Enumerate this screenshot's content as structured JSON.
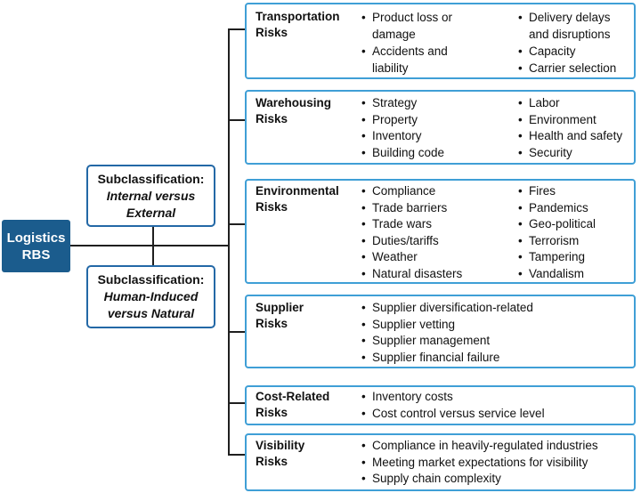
{
  "colors": {
    "root_fill": "#1B5C8D",
    "subclass_border": "#2368A6",
    "risk_border": "#3F9FD6",
    "line": "#1F1F1F"
  },
  "root": {
    "label": "Logistics RBS"
  },
  "subclassifications": [
    {
      "heading": "Subclassification:",
      "line1": "Internal versus",
      "line2": "External"
    },
    {
      "heading": "Subclassification:",
      "line1": "Human-Induced",
      "line2": "versus Natural"
    }
  ],
  "risk_boxes": [
    {
      "title_lines": [
        "Transportation",
        "Risks"
      ],
      "col1": [
        "Product loss or damage",
        "Accidents and liability"
      ],
      "col2": [
        "Delivery delays and disruptions",
        "Capacity",
        "Carrier selection"
      ]
    },
    {
      "title_lines": [
        "Warehousing",
        "Risks"
      ],
      "col1": [
        "Strategy",
        "Property",
        "Inventory",
        "Building code"
      ],
      "col2": [
        "Labor",
        "Environment",
        "Health and safety",
        "Security"
      ]
    },
    {
      "title_lines": [
        "Environmental",
        "Risks"
      ],
      "col1": [
        "Compliance",
        "Trade barriers",
        "Trade wars",
        "Duties/tariffs",
        "Weather",
        "Natural disasters"
      ],
      "col2": [
        "Fires",
        "Pandemics",
        "Geo-political",
        "Terrorism",
        "Tampering",
        "Vandalism"
      ]
    },
    {
      "title_lines": [
        "Supplier",
        "Risks"
      ],
      "col1": [
        "Supplier diversification-related",
        "Supplier vetting",
        "Supplier management",
        "Supplier financial failure"
      ],
      "col2": []
    },
    {
      "title_lines": [
        "Cost-Related",
        "Risks"
      ],
      "col1": [
        "Inventory costs",
        "Cost control versus service level"
      ],
      "col2": []
    },
    {
      "title_lines": [
        "Visibility",
        "Risks"
      ],
      "col1": [
        "Compliance in heavily-regulated industries",
        "Meeting market expectations for visibility",
        "Supply chain complexity"
      ],
      "col2": []
    }
  ]
}
